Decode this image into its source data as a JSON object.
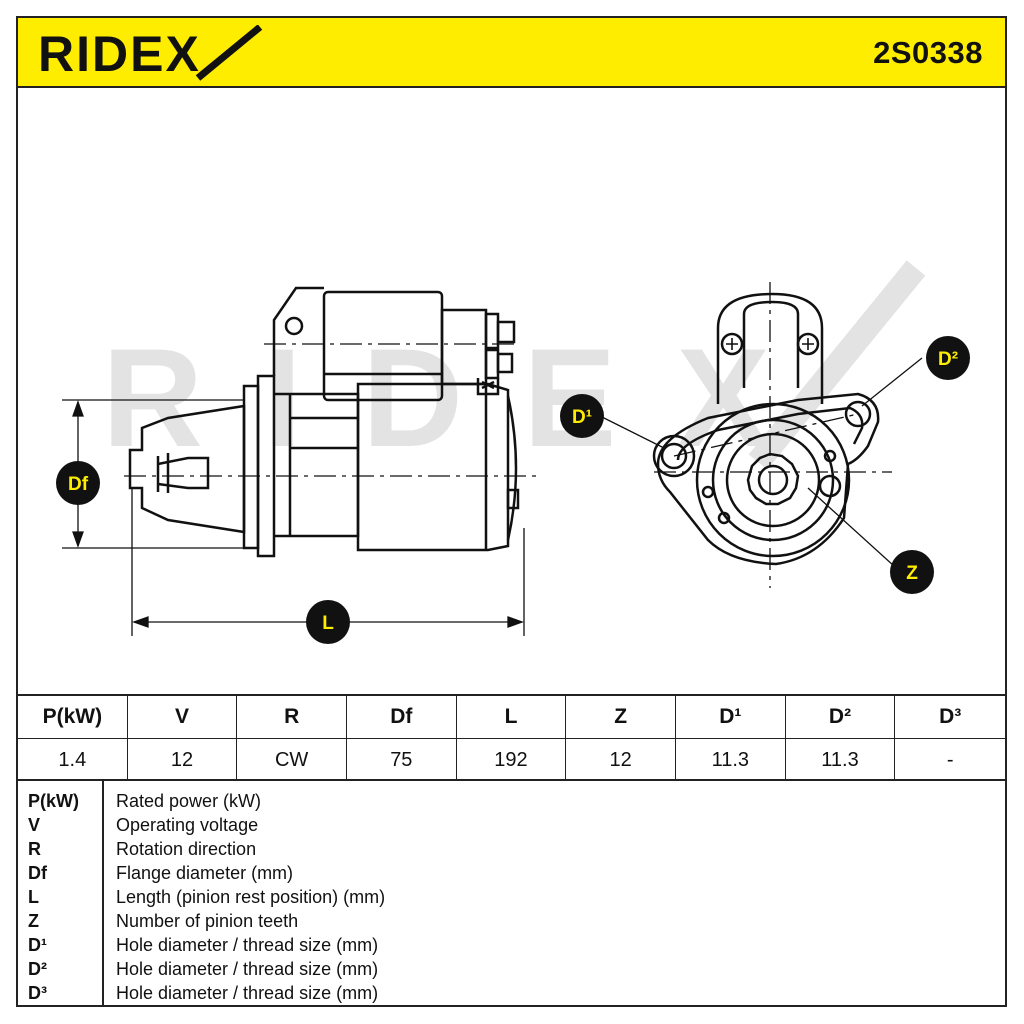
{
  "brand": {
    "name": "RIDEX",
    "accent": "#ffed00"
  },
  "part_number": "2S0338",
  "diagram": {
    "labels": {
      "df": "Df",
      "l": "L",
      "d1": "D¹",
      "d2": "D²",
      "z": "Z"
    },
    "watermark": "RIDEX"
  },
  "spec_table": {
    "headers": [
      "P(kW)",
      "V",
      "R",
      "Df",
      "L",
      "Z",
      "D¹",
      "D²",
      "D³"
    ],
    "values": [
      "1.4",
      "12",
      "CW",
      "75",
      "192",
      "12",
      "11.3",
      "11.3",
      "-"
    ]
  },
  "legend": [
    {
      "key": "P(kW)",
      "desc": "Rated power (kW)"
    },
    {
      "key": "V",
      "desc": "Operating voltage"
    },
    {
      "key": "R",
      "desc": "Rotation direction"
    },
    {
      "key": "Df",
      "desc": "Flange diameter (mm)"
    },
    {
      "key": "L",
      "desc": "Length (pinion rest position) (mm)"
    },
    {
      "key": "Z",
      "desc": "Number of pinion teeth"
    },
    {
      "key": "D¹",
      "desc": "Hole diameter / thread size (mm)"
    },
    {
      "key": "D²",
      "desc": "Hole diameter / thread size (mm)"
    },
    {
      "key": "D³",
      "desc": "Hole diameter / thread size (mm)"
    }
  ]
}
